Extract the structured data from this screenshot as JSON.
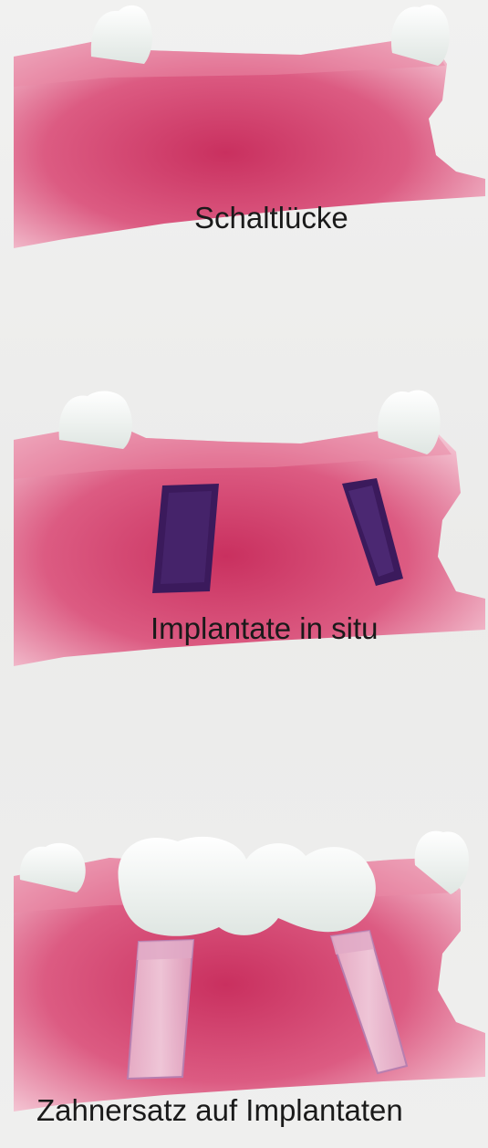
{
  "panels": [
    {
      "caption": "Schaltlücke"
    },
    {
      "caption": "Implantate in situ"
    },
    {
      "caption": "Zahnersatz auf Implantaten"
    }
  ],
  "colors": {
    "background": "#eeeeed",
    "gum": "#d2466f",
    "gum_light": "#f3c3d2",
    "tooth": "#f7f8f7",
    "implant": "#3b1a5c"
  }
}
